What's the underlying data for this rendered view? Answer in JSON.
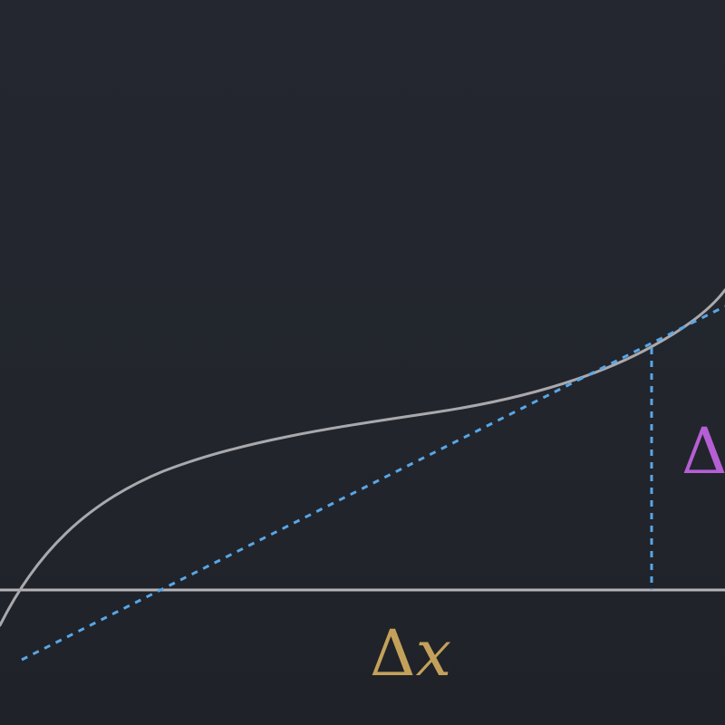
{
  "labels": {
    "delta_x": {
      "symbol": "Δ",
      "variable": "x",
      "color": "#c4a15a"
    },
    "delta_y_partial": {
      "symbol": "Δ",
      "color": "#b55fd4"
    }
  },
  "colors": {
    "background": "#242730",
    "curve": "#a9a9ad",
    "axis": "#b4b4b8",
    "secant": "#58a6e6"
  }
}
